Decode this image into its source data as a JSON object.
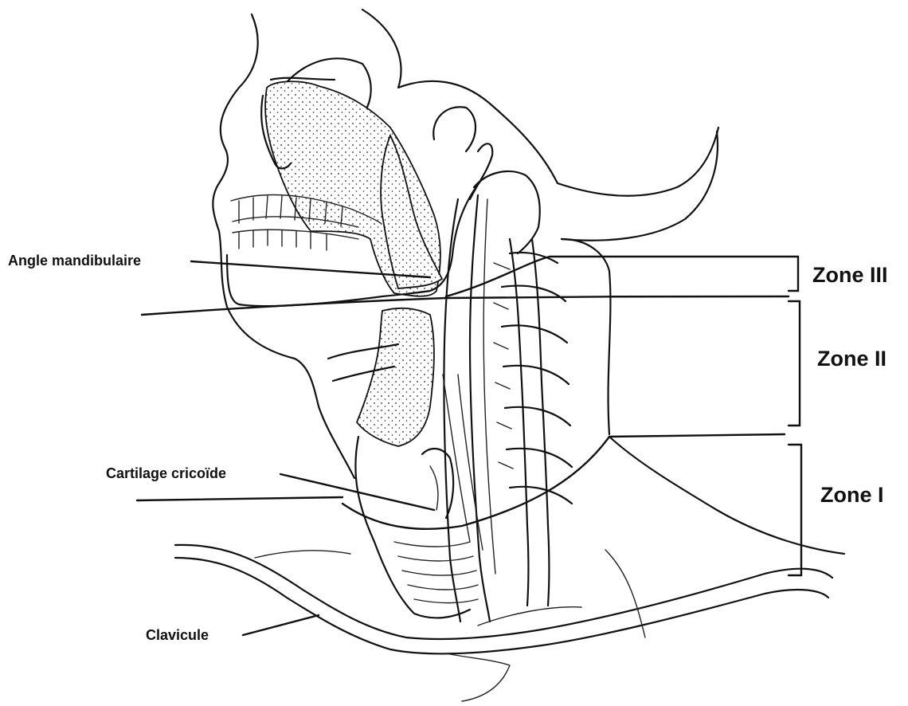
{
  "labels": {
    "angle": "Angle mandibulaire",
    "cricoid": "Cartilage cricoïde",
    "clavicle": "Clavicule"
  },
  "zones": {
    "zone3": "Zone III",
    "zone2": "Zone II",
    "zone1": "Zone I"
  }
}
